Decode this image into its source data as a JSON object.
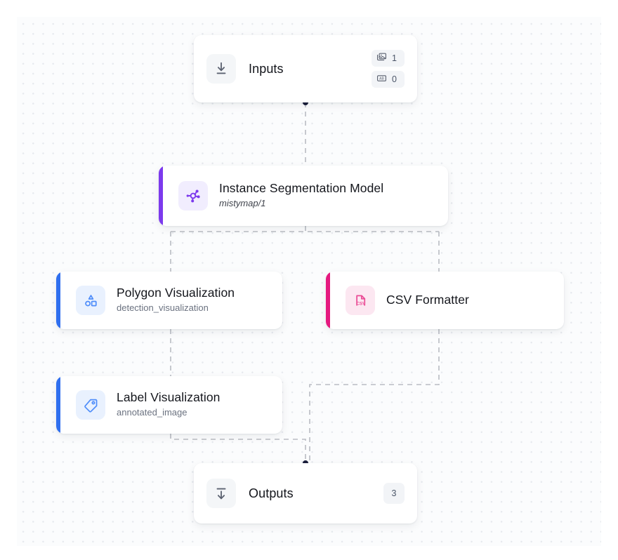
{
  "canvas": {
    "label": "workflow-canvas",
    "grid": "dot-grid",
    "background_color": "#fbfcfd",
    "edge_color": "#b9bcc3",
    "edge_dot_color": "#1b1f3b"
  },
  "nodes": {
    "inputs": {
      "title": "Inputs",
      "icon": "download-arrow-icon",
      "badges": [
        {
          "icon": "image-icon",
          "value": "1"
        },
        {
          "icon": "text-ab-icon",
          "value": "0"
        }
      ]
    },
    "model": {
      "title": "Instance Segmentation Model",
      "subtitle": "mistymap/1",
      "icon": "model-graph-icon",
      "accent_color": "#7c3aed",
      "icon_bg": "#f1edfe",
      "icon_color": "#7c3aed"
    },
    "polygon": {
      "title": "Polygon Visualization",
      "subtitle": "detection_visualization",
      "icon": "shapes-icon",
      "accent_color": "#2f6fef",
      "icon_bg": "#e9f1fe",
      "icon_color": "#4f8dfa"
    },
    "csv": {
      "title": "CSV Formatter",
      "subtitle": "",
      "icon": "csv-file-icon",
      "accent_color": "#e5197f",
      "icon_bg": "#fce7f1",
      "icon_color": "#ea4c96"
    },
    "label": {
      "title": "Label Visualization",
      "subtitle": "annotated_image",
      "icon": "tag-icon",
      "accent_color": "#2f6fef",
      "icon_bg": "#e9f1fe",
      "icon_color": "#4f8dfa"
    },
    "outputs": {
      "title": "Outputs",
      "icon": "upload-arrow-icon",
      "count": "3"
    }
  }
}
